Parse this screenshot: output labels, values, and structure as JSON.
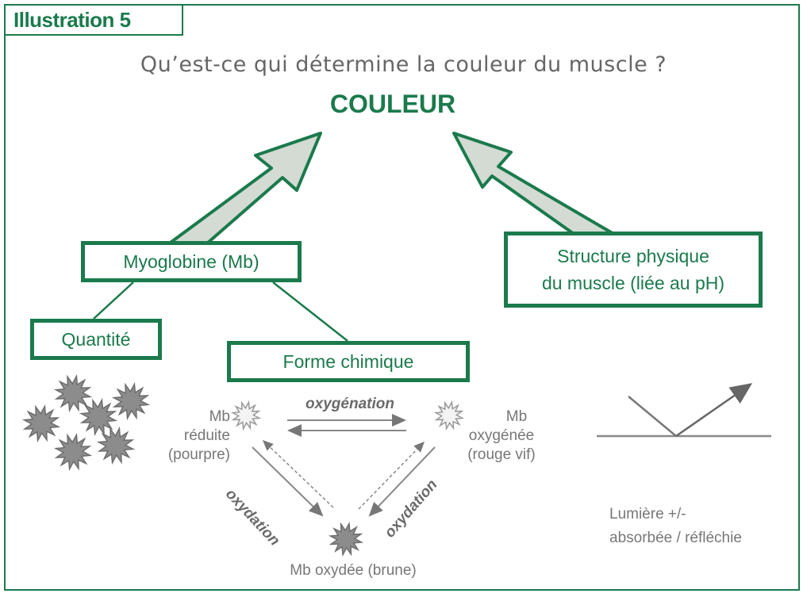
{
  "figure_label": "Illustration 5",
  "title": "Qu’est-ce qui détermine la couleur du muscle ?",
  "main_node": "COULEUR",
  "boxes": {
    "myoglobine": "Myoglobine (Mb)",
    "structure_line1": "Structure physique",
    "structure_line2": "du muscle (liée au pH)",
    "quantite": "Quantité",
    "forme": "Forme chimique"
  },
  "states": {
    "reduite": [
      "Mb",
      "réduite",
      "(pourpre)"
    ],
    "oxygenee": [
      "Mb",
      "oxygénée",
      "(rouge vif)"
    ],
    "oxydee": "Mb oxydée (brune)"
  },
  "reactions": {
    "top": "oxygénation",
    "left": "oxydation",
    "right": "oxydation"
  },
  "light": {
    "line1": "Lumière +/-",
    "line2": "absorbée / réfléchie"
  },
  "colors": {
    "green": "#1b7a4c",
    "arrow_fill": "#d3dbd2",
    "gray": "#777777"
  }
}
